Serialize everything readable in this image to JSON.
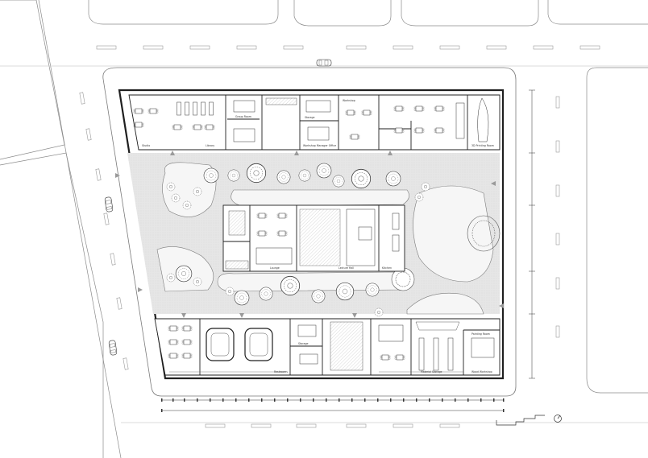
{
  "drawing": {
    "kind": "architectural ground floor plan",
    "colors": {
      "line": "#2a2a2a",
      "thin": "#8a8a8a",
      "hatch": "#bdbdbd",
      "paving": "#e4e4e4",
      "lawn": "#f3f3f3",
      "tree": "#ffffff",
      "road": "#ffffff"
    },
    "rooms_top": [
      {
        "label": "Studio"
      },
      {
        "label": "Group Room"
      },
      {
        "label": "Library"
      },
      {
        "label": "Storage"
      },
      {
        "label": "Workshop Manager Office"
      },
      {
        "label": "Workshop"
      },
      {
        "label": "3D Printing Room"
      }
    ],
    "rooms_center": [
      {
        "label": "Lounge"
      },
      {
        "label": "Lecture Hall"
      },
      {
        "label": "Kitchen"
      }
    ],
    "rooms_bottom": [
      {
        "label": "Storage"
      },
      {
        "label": "Restrooms"
      },
      {
        "label": "Material Storage"
      },
      {
        "label": "Wood Workshop"
      },
      {
        "label": "Painting Room"
      }
    ],
    "icons": [
      "north-arrow-icon",
      "scale-bar-icon",
      "car-icon",
      "tree-icon"
    ]
  }
}
